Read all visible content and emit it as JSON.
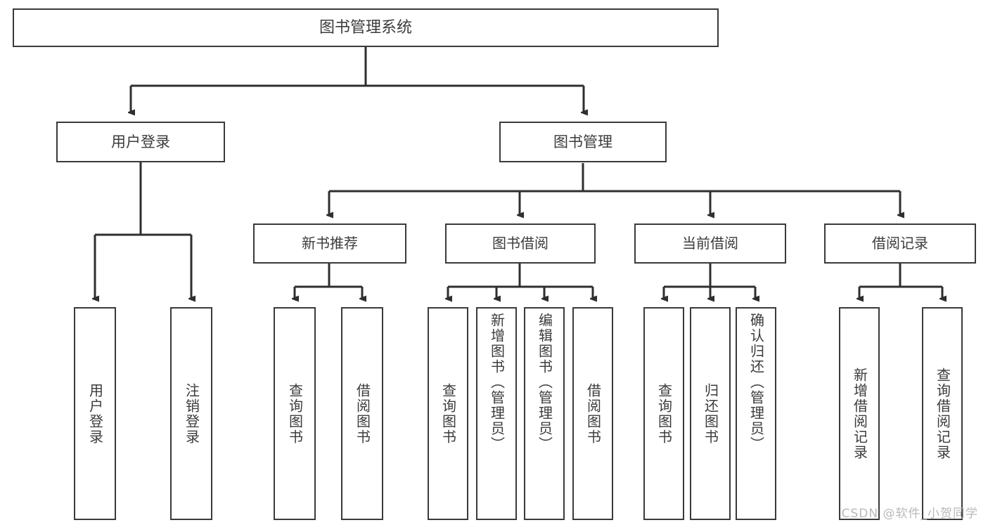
{
  "diagram": {
    "title": "图书管理系统",
    "type": "tree",
    "watermark": "CSDN @软件_小贺同学",
    "colors": {
      "box_border": "#3a3a3a",
      "box_fill": "#ffffff",
      "text": "#3b3b3b",
      "connector": "#2f2f2f",
      "watermark": "#b9b9b9"
    },
    "root": {
      "label": "图书管理系统"
    },
    "level1": [
      {
        "label": "用户登录"
      },
      {
        "label": "图书管理"
      }
    ],
    "level2": [
      {
        "label": "新书推荐"
      },
      {
        "label": "图书借阅"
      },
      {
        "label": "当前借阅"
      },
      {
        "label": "借阅记录"
      }
    ],
    "leaves": {
      "user_login": [
        {
          "label": "用户登录"
        },
        {
          "label": "注销登录"
        }
      ],
      "new_book_recommend": [
        {
          "label": "查询图书"
        },
        {
          "label": "借阅图书"
        }
      ],
      "book_borrow": [
        {
          "label": "查询图书"
        },
        {
          "label": "新增图书（管理员）"
        },
        {
          "label": "编辑图书（管理员）"
        },
        {
          "label": "借阅图书"
        }
      ],
      "current_borrow": [
        {
          "label": "查询图书"
        },
        {
          "label": "归还图书"
        },
        {
          "label": "确认归还（管理员）"
        }
      ],
      "borrow_record": [
        {
          "label": "新增借阅记录"
        },
        {
          "label": "查询借阅记录"
        }
      ]
    }
  }
}
